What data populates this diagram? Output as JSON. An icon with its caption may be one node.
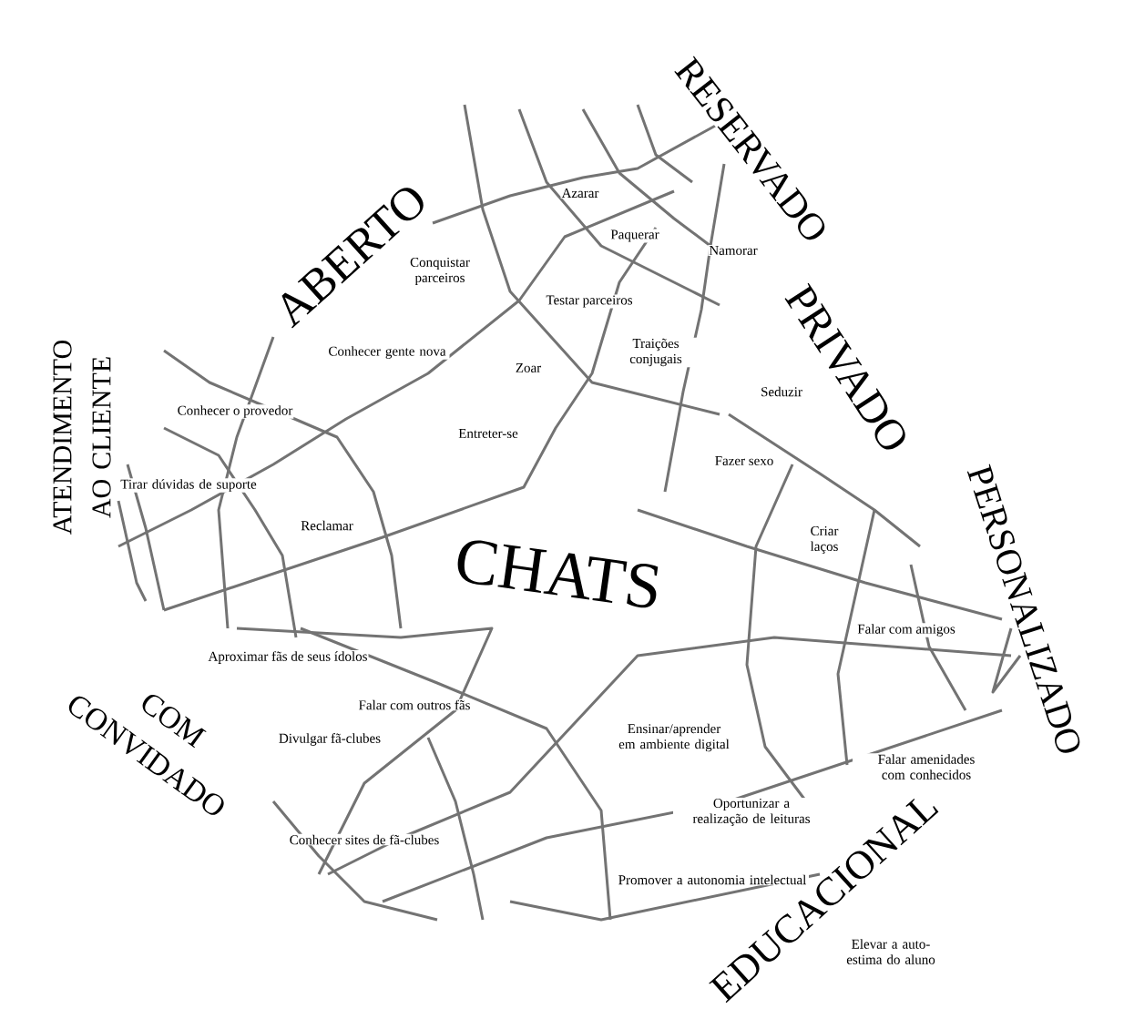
{
  "diagram": {
    "title": "CHATS",
    "labels": [
      "RESERVADO",
      "Azarar",
      "ABERTO",
      "Paquerar",
      "Namorar",
      "Conquistar parceiros",
      "Testar parceiros",
      "PRIVADO",
      "Conhecer gente nova",
      "Traições conjugais",
      "Zoar",
      "Seduzir",
      "ATENDIMENTO AO CLIENTE",
      "Conhecer o provedor",
      "Entreter-se",
      "Fazer sexo",
      "Tirar dúvidas de suporte",
      "Reclamar",
      "Criar laços",
      "PERSONALIZADO",
      "Falar com amigos",
      "Aproximar fãs de seus ídolos",
      "COM CONVIDADO",
      "Falar com outros fãs",
      "Divulgar fã-clubes",
      "Ensinar/aprender em ambiente digital",
      "Falar amenidades com conhecidos",
      "Oportunizar a realização de leituras",
      "Conhecer sites de fã-clubes",
      "EDUCACIONAL",
      "Promover a autonomia intelectual",
      "Elevar a auto-estima do aluno"
    ]
  }
}
